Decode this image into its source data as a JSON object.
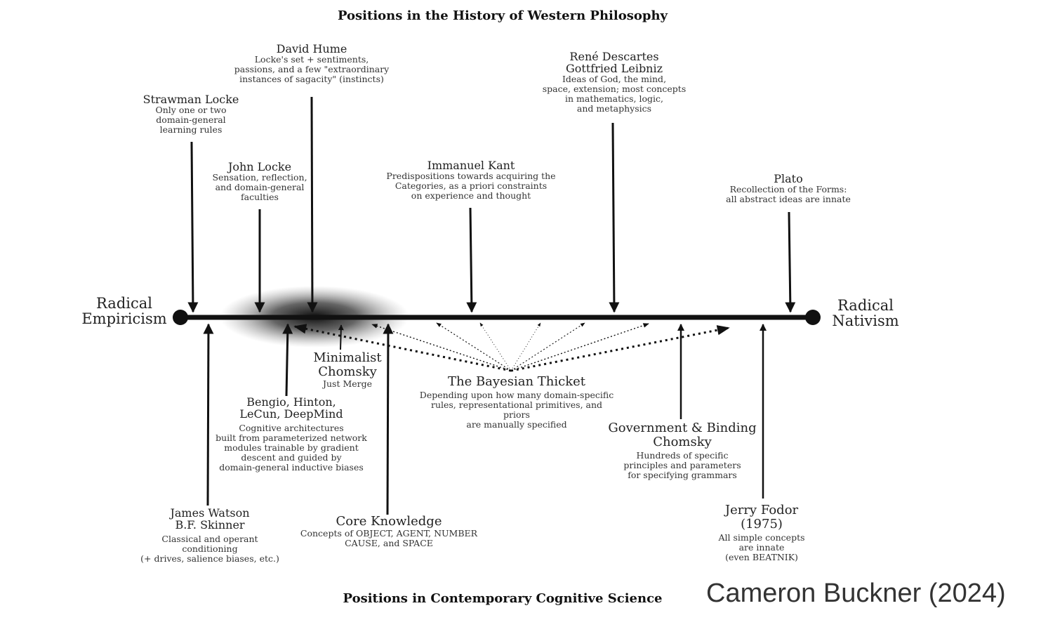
{
  "titles": {
    "top": "Positions in the History of Western Philosophy",
    "bottom": "Positions in Contemporary Cognitive Science"
  },
  "credit": "Cameron Buckner (2024)",
  "poles": {
    "left": "Radical\nEmpiricism",
    "right": "Radical\nNativism"
  },
  "top_positions": [
    {
      "name": "Strawman Locke",
      "desc": "Only one or two\ndomain-general\nlearning rules"
    },
    {
      "name": "David Hume",
      "desc": "Locke's set + sentiments,\npassions, and a few \"extraordinary\ninstances of sagacity\" (instincts)"
    },
    {
      "name": "John Locke",
      "desc": "Sensation, reflection,\nand domain-general\nfaculties"
    },
    {
      "name": "Immanuel Kant",
      "desc": "Predispositions towards acquiring the\nCategories, as a priori constraints\non experience and thought"
    },
    {
      "name": "René Descartes\nGottfried Leibniz",
      "desc": "Ideas of God, the mind,\nspace, extension; most concepts\nin mathematics, logic,\nand metaphysics"
    },
    {
      "name": "Plato",
      "desc": "Recollection of the Forms:\nall abstract ideas are innate"
    }
  ],
  "bottom_positions": [
    {
      "name": "James Watson\nB.F. Skinner",
      "desc": "Classical and operant\nconditioning\n(+ drives, salience biases, etc.)"
    },
    {
      "name": "Bengio, Hinton,\nLeCun, DeepMind",
      "desc": "Cognitive architectures\nbuilt from parameterized network\nmodules trainable by gradient\ndescent and guided by\ndomain-general inductive biases"
    },
    {
      "name": "Minimalist\nChomsky",
      "desc": "Just Merge"
    },
    {
      "name": "Core Knowledge",
      "desc": "Concepts of OBJECT, AGENT, NUMBER\nCAUSE, and SPACE"
    },
    {
      "name": "The Bayesian Thicket",
      "desc": "Depending upon how many domain-specific\nrules, representational primitives, and priors\nare manually specified"
    },
    {
      "name": "Government & Binding\nChomsky",
      "desc": "Hundreds of specific\nprinciples and parameters\nfor specifying grammars"
    },
    {
      "name": "Jerry Fodor\n(1975)",
      "desc": "All simple concepts\nare innate\n(even BEATNIK)"
    }
  ]
}
